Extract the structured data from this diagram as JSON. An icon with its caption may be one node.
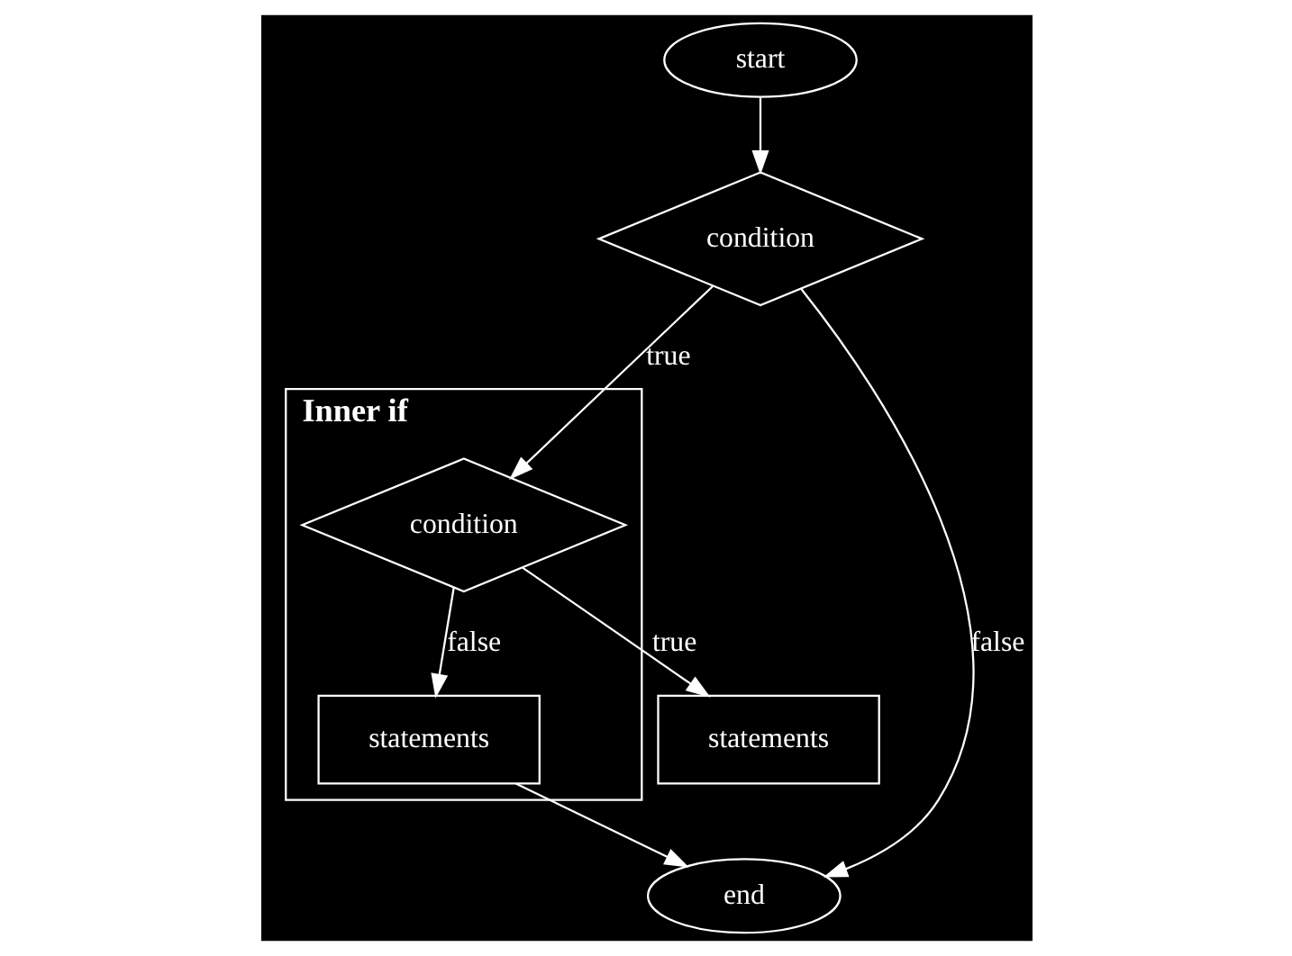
{
  "diagram": {
    "nodes": [
      {
        "text": [
          "start"
        ]
      },
      {
        "text": [
          "condition"
        ]
      },
      {
        "text": [
          "Inner if"
        ]
      },
      {
        "text": [
          "condition"
        ],
        "in": 2
      },
      {
        "text": [
          "statements"
        ]
      },
      {
        "text": [
          "statements"
        ],
        "in": 2
      },
      {
        "text": [
          "end"
        ]
      }
    ],
    "edges": [
      {
        "from": 0,
        "to": 1,
        "arrow": "to"
      },
      {
        "from": 1,
        "to": 6,
        "label": "false",
        "arrow": "to"
      },
      {
        "from": 1,
        "to": 3,
        "label": "true",
        "arrow": "to"
      },
      {
        "from": 3,
        "to": 4,
        "label": "true",
        "arrow": "to"
      },
      {
        "from": 3,
        "to": 5,
        "label": "false",
        "arrow": "to"
      },
      {
        "from": 5,
        "to": 6,
        "arrow": "to"
      }
    ]
  }
}
